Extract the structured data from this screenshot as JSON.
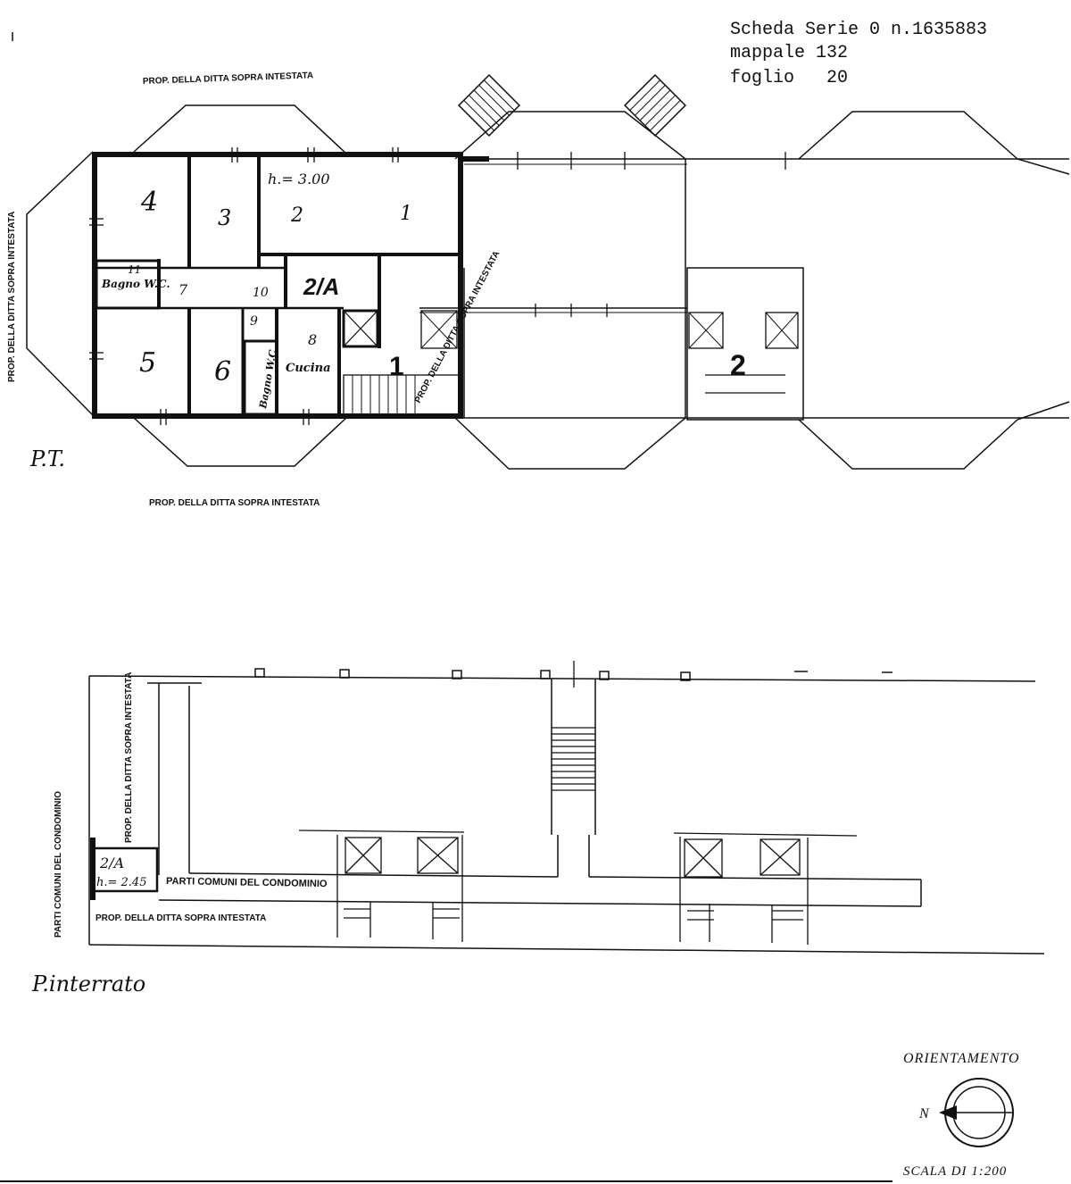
{
  "header": {
    "line1": "Scheda Serie 0 n.1635883",
    "line2": "mappale 132",
    "line3": "foglio   20"
  },
  "ground_floor": {
    "prop_top": "PROP. DELLA DITTA SOPRA INTESTATA",
    "prop_bottom": "PROP. DELLA DITTA SOPRA INTESTATA",
    "prop_left": "PROP. DELLA DITTA SOPRA INTESTATA",
    "prop_diagonal": "PROP. DELLA DITTA SOPRA INTESTATA",
    "height_note": "h.= 3.00",
    "unit_label": "2/A",
    "rooms": [
      "1",
      "2",
      "3",
      "4",
      "5",
      "6",
      "7",
      "8",
      "9",
      "10",
      "11"
    ],
    "bagno_wc": "Bagno W.C.",
    "bagno_wc_2": "Bagno W.C.",
    "cucina": "Cucina",
    "stair1": "1",
    "stair2": "2",
    "floor_label": "P.T."
  },
  "basement": {
    "prop_vertical": "PROP. DELLA DITTA SOPRA INTESTATA",
    "parti_vertical": "PARTI COMUNI DEL CONDOMINIO",
    "parti_horizontal": "PARTI COMUNI DEL CONDOMINIO",
    "prop_horizontal": "PROP. DELLA DITTA SOPRA INTESTATA",
    "unit_label": "2/A",
    "height_note": "h.= 2.45",
    "floor_label": "P.interrato"
  },
  "orientation": {
    "title": "ORIENTAMENTO",
    "north": "N",
    "scale": "SCALA DI 1:200"
  },
  "colors": {
    "ink": "#111111",
    "paper": "#ffffff"
  }
}
